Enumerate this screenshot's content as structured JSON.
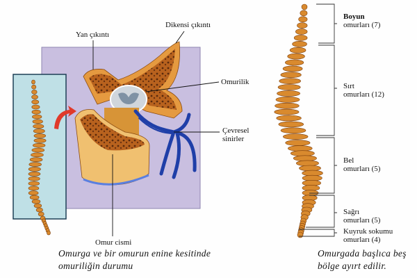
{
  "left_figure": {
    "labels": {
      "transverse_process": "Yan çıkıntı",
      "spinous_process": "Dikensi çıkıntı",
      "spinal_cord": "Omurilik",
      "peripheral_nerves_1": "Çevresel",
      "peripheral_nerves_2": "sinirler",
      "vertebral_body": "Omur cismi"
    },
    "caption": [
      "Omurga ve bir omurun enine kesitinde",
      "omuriliğin durumu"
    ]
  },
  "right_figure": {
    "regions": [
      {
        "name": "Boyun",
        "suffix": "omurları (7)"
      },
      {
        "name": "Sırt",
        "suffix": "omurları (12)"
      },
      {
        "name": "Bel",
        "suffix": "omurları (5)"
      },
      {
        "name": "Sağrı",
        "suffix": "omurları (5)"
      },
      {
        "name": "Kuyruk sokumu",
        "suffix": "omurları (4)"
      }
    ],
    "caption": [
      "Omurgada başlıca beş",
      "bölge ayırt edilir."
    ]
  },
  "colors": {
    "bone": "#d98a2e",
    "panel_lavender": "#c9bfe0",
    "panel_blue": "#bfe0e6",
    "nerve": "#1f3fa8",
    "cord": "#9aa7b3"
  }
}
